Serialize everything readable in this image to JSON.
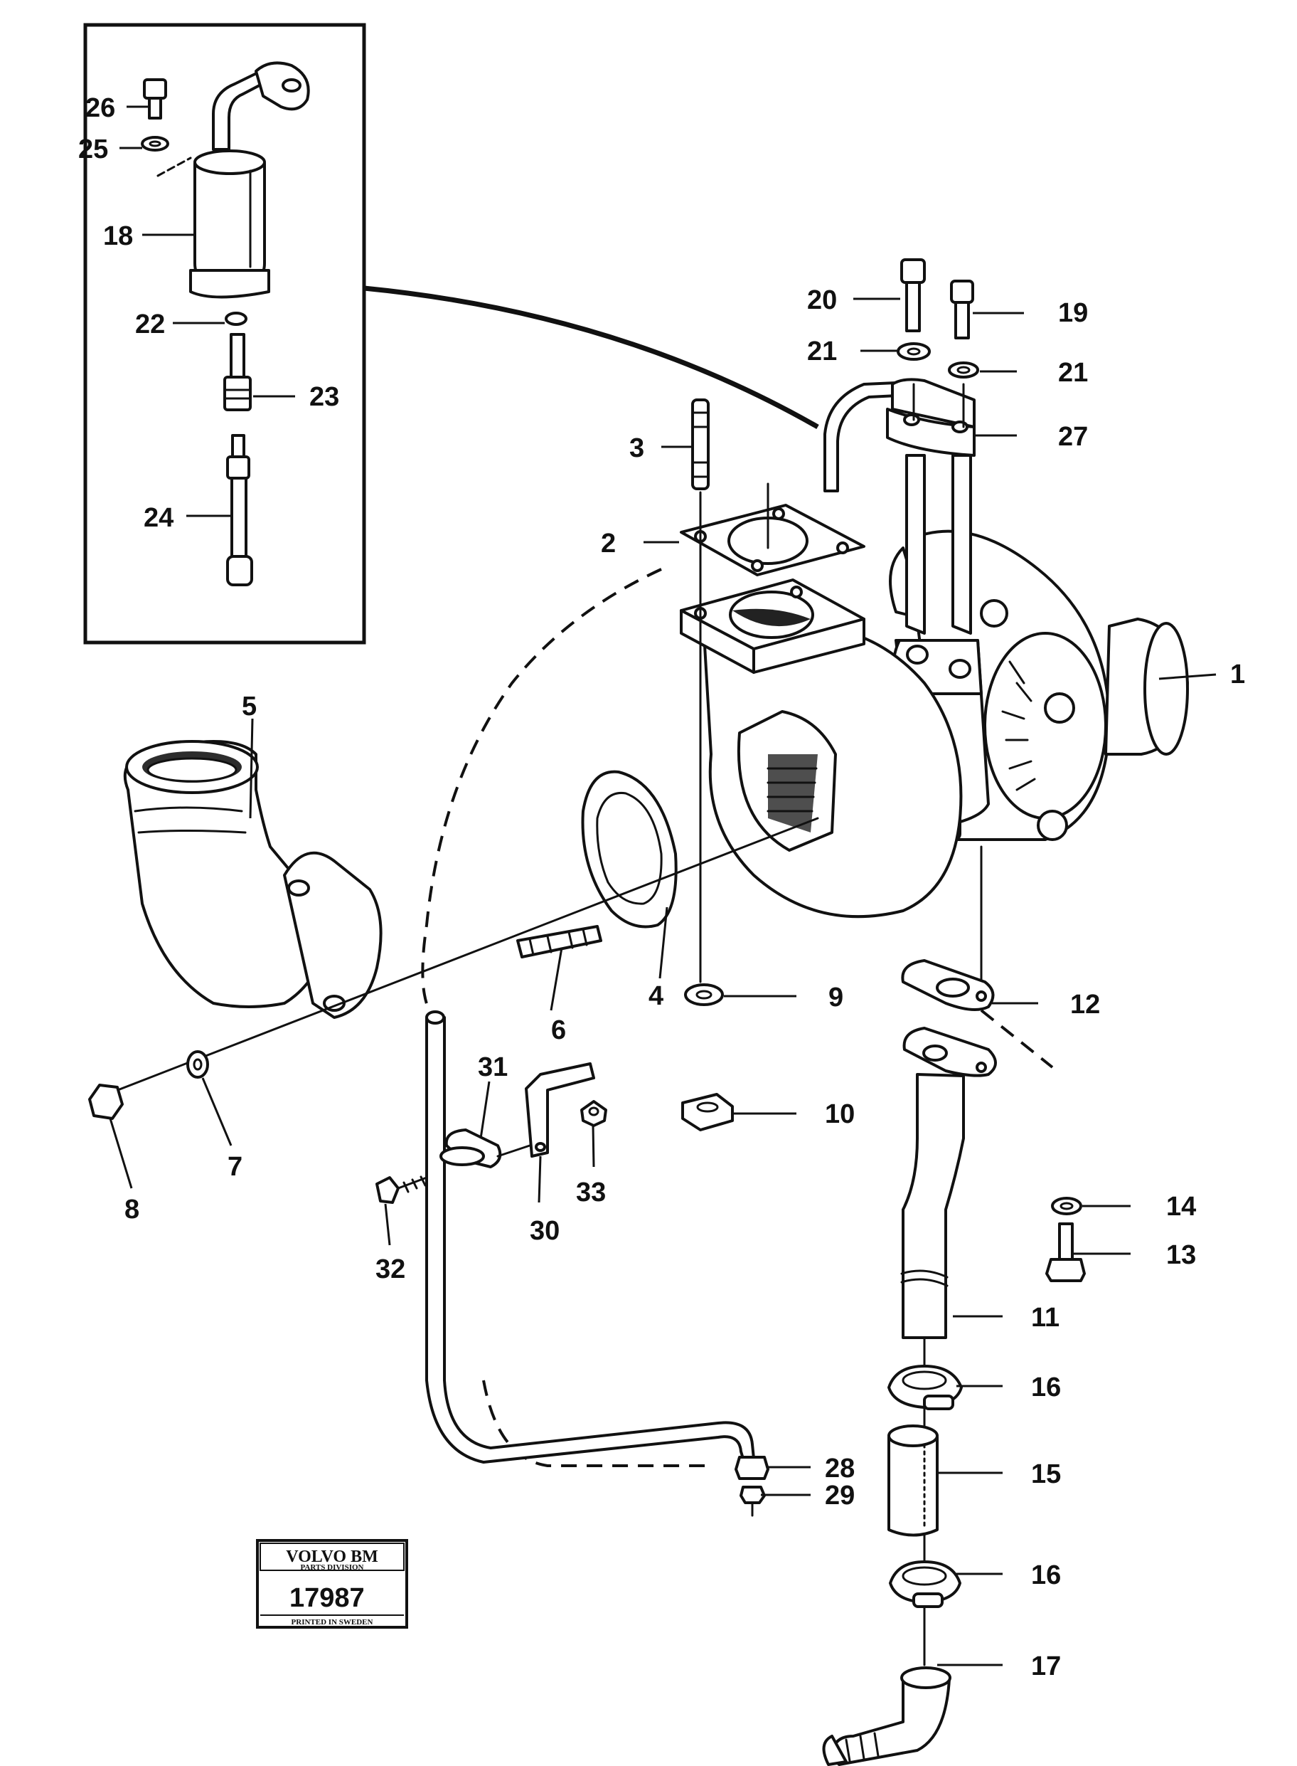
{
  "callouts": {
    "c1": "1",
    "c2": "2",
    "c3": "3",
    "c4": "4",
    "c5": "5",
    "c6": "6",
    "c7": "7",
    "c8": "8",
    "c9": "9",
    "c10": "10",
    "c11": "11",
    "c12": "12",
    "c13": "13",
    "c14": "14",
    "c15": "15",
    "c16a": "16",
    "c16b": "16",
    "c17": "17",
    "c18": "18",
    "c19": "19",
    "c20": "20",
    "c21a": "21",
    "c21b": "21",
    "c22": "22",
    "c23": "23",
    "c24": "24",
    "c25": "25",
    "c26": "26",
    "c27": "27",
    "c28": "28",
    "c29": "29",
    "c30": "30",
    "c31": "31",
    "c32": "32",
    "c33": "33"
  },
  "stamp": {
    "brand": "VOLVO BM",
    "division": "PARTS DIVISION",
    "number": "17987",
    "printed": "PRINTED IN SWEDEN"
  }
}
